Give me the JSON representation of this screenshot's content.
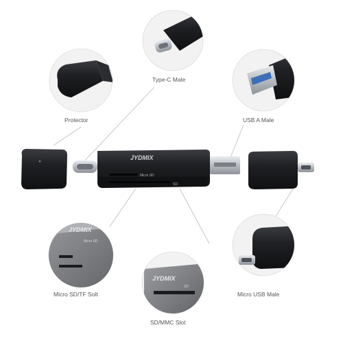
{
  "product": {
    "brand": "JYDMIX",
    "slot_labels": {
      "micro_sd": "Micro SD",
      "sd": "SD"
    }
  },
  "callouts": {
    "type_c_male": "Type-C Male",
    "usb_a_male": "USB A Male",
    "protector": "Protector",
    "micro_sd_tf_slot": "Micro SD/TF Solt",
    "micro_usb_male": "Micro USB Male",
    "sd_mmc_slot": "SD/MMC Slot"
  },
  "colors": {
    "body": "#1c1d20",
    "metal": "#c9ccd0",
    "circle_bg": "#f2f2f2",
    "leader": "#b8b8b8",
    "label_text": "#555555"
  }
}
